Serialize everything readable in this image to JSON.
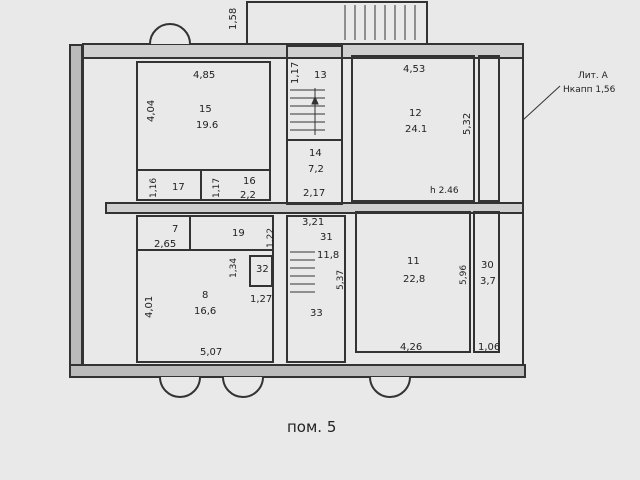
{
  "plan": {
    "rooms": {
      "r15": {
        "num": "15",
        "area": "19.6",
        "w": "4,85",
        "h": "4,04"
      },
      "r12": {
        "num": "12",
        "area": "24.1",
        "w": "4,53",
        "h": "5,32",
        "ceiling": "h 2.46"
      },
      "r13": {
        "num": "13",
        "h": "1,17"
      },
      "r14": {
        "num": "14",
        "area": "7,2",
        "w": "2,17"
      },
      "r17": {
        "num": "17",
        "h": "1,16"
      },
      "r16": {
        "num": "16",
        "area": "2,2",
        "h": "1,17"
      },
      "r7": {
        "num": "7",
        "w": "2,65"
      },
      "r19": {
        "num": "19",
        "h": "1,22"
      },
      "r31": {
        "num": "31",
        "area": "11,8",
        "w": "3,21",
        "h": "5,37"
      },
      "r32": {
        "num": "32",
        "h": "1,34"
      },
      "r8": {
        "num": "8",
        "area": "16,6",
        "w": "5,07",
        "h": "4,01",
        "inner": "1,27"
      },
      "r33": {
        "num": "33"
      },
      "r11": {
        "num": "11",
        "area": "22,8",
        "w": "4,26",
        "h": "5,96"
      },
      "r30": {
        "num": "30",
        "area": "3,7",
        "w": "1,06"
      }
    },
    "top_dim": "1,58",
    "note_line1": "Лит. А",
    "note_line2": "Нкапп 1,56",
    "caption": "пом. 5"
  }
}
